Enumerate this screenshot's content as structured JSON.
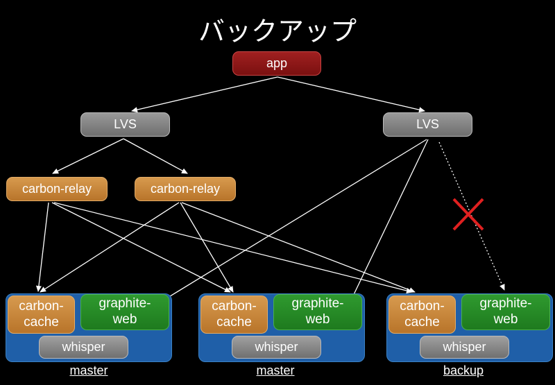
{
  "title": "バックアップ",
  "nodes": {
    "app": "app",
    "lvs_left": "LVS",
    "lvs_right": "LVS",
    "relay_left": "carbon-relay",
    "relay_right": "carbon-relay"
  },
  "servers": [
    {
      "cache_label": "carbon-\ncache",
      "web_label": "graphite-\nweb",
      "whisper_label": "whisper",
      "role": "master"
    },
    {
      "cache_label": "carbon-\ncache",
      "web_label": "graphite-\nweb",
      "whisper_label": "whisper",
      "role": "master"
    },
    {
      "cache_label": "carbon-\ncache",
      "web_label": "graphite-\nweb",
      "whisper_label": "whisper",
      "role": "backup"
    }
  ],
  "colors": {
    "app": "#a02020",
    "lvs": "#8a8a8a",
    "relay": "#c8843a",
    "server": "#1f5fa8",
    "graphite_web": "#2a8a2a",
    "cross": "#e02020"
  }
}
